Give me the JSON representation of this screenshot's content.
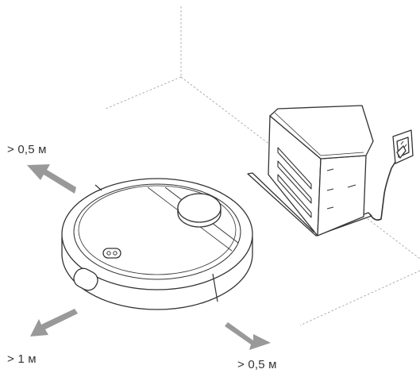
{
  "labels": {
    "top_left": "> 0,5 м",
    "bottom_left": "> 1 м",
    "bottom_right": "> 0,5 м"
  },
  "colors": {
    "line": "#333333",
    "guide": "#9a9a9a",
    "arrow": "#999999",
    "fill": "#ffffff"
  },
  "icons": [
    "robot-vacuum-icon",
    "charging-dock-icon",
    "power-plug-icon",
    "arrow-icon"
  ]
}
